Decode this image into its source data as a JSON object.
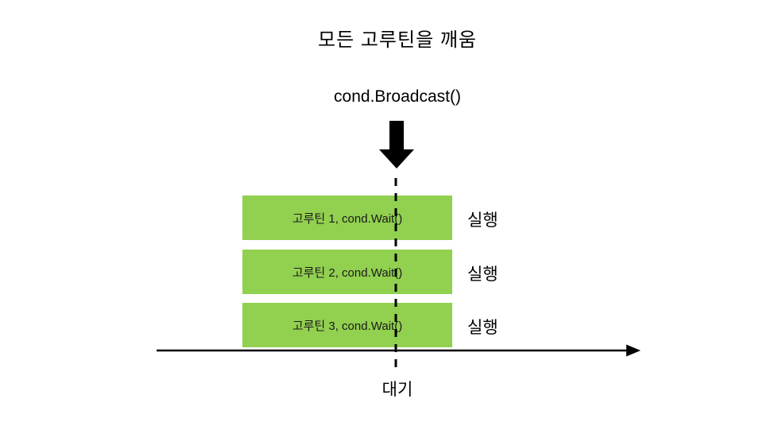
{
  "diagram": {
    "title": "모든 고루틴을 깨움",
    "broadcast_call": "cond.Broadcast()",
    "rows": [
      {
        "box_label": "고루틴 1, cond.Wait()",
        "status_label": "실행"
      },
      {
        "box_label": "고루틴 2, cond.Wait()",
        "status_label": "실행"
      },
      {
        "box_label": "고루틴 3, cond.Wait()",
        "status_label": "실행"
      }
    ],
    "axis_bottom_label": "대기",
    "colors": {
      "box_fill": "#92D050",
      "arrow": "#000000",
      "dashed_line": "#000000",
      "text": "#000000"
    }
  }
}
